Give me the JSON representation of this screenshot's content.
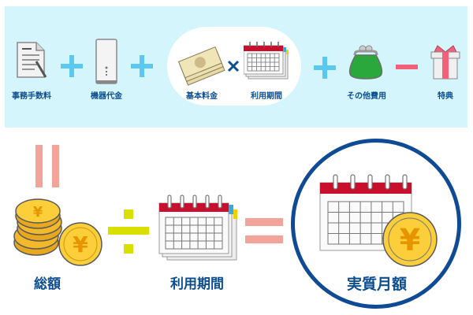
{
  "formula_top": {
    "terms": [
      {
        "label": "事務手数料",
        "icon": "document-icon"
      },
      {
        "operator": "+"
      },
      {
        "label": "機器代金",
        "icon": "router-icon"
      },
      {
        "operator": "+"
      },
      {
        "label": "基本料金",
        "icon": "banknotes-icon"
      },
      {
        "operator": "×"
      },
      {
        "label": "利用期間",
        "icon": "calendar-icon"
      },
      {
        "operator": "+"
      },
      {
        "label": "その他費用",
        "icon": "coin-purse-icon"
      },
      {
        "operator": "−"
      },
      {
        "label": "特典",
        "icon": "gift-icon"
      }
    ]
  },
  "formula_bottom": {
    "equals_vertical": "=",
    "total_label": "総額",
    "divide": "÷",
    "period_label": "利用期間",
    "equals": "=",
    "result_label": "実質月額"
  },
  "colors": {
    "panel_bg": "#d4f5fc",
    "label_text": "#0d4e8f",
    "plus": "#5bc8f0",
    "minus": "#f2607a",
    "equals": "#f2a49a",
    "divide": "#d9df00",
    "circle": "#0e4b94",
    "calendar_red": "#c8102e",
    "coin_gold": "#f7c41e"
  }
}
